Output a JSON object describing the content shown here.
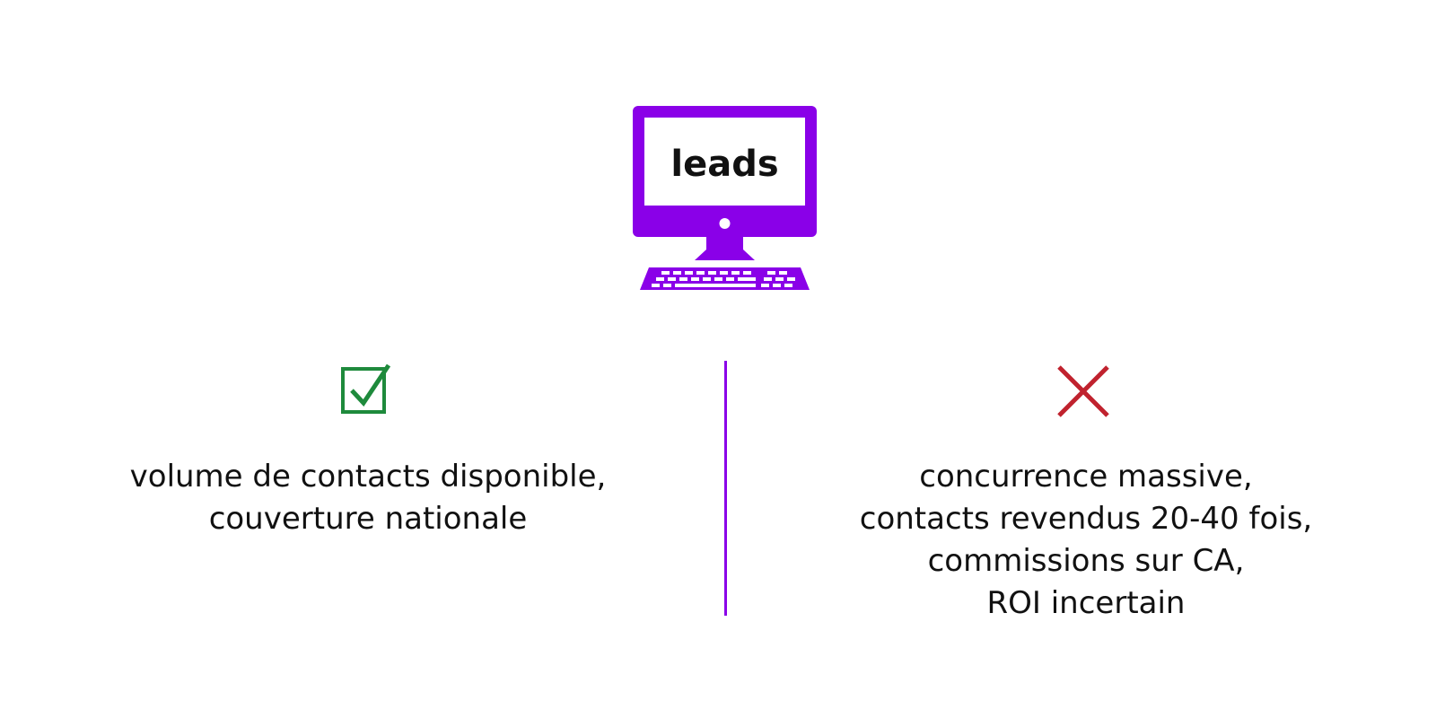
{
  "diagram": {
    "center_label": "leads",
    "pros": {
      "icon": "checkbox-check-icon",
      "lines": [
        "volume de contacts disponible,",
        "couverture nationale"
      ]
    },
    "cons": {
      "icon": "cross-icon",
      "lines": [
        "concurrence massive,",
        "contacts revendus 20-40 fois,",
        "commissions sur CA,",
        "ROI incertain"
      ]
    }
  },
  "colors": {
    "accent": "#8a00e8",
    "positive": "#1e8a3c",
    "negative": "#c0222e",
    "text": "#111111"
  }
}
